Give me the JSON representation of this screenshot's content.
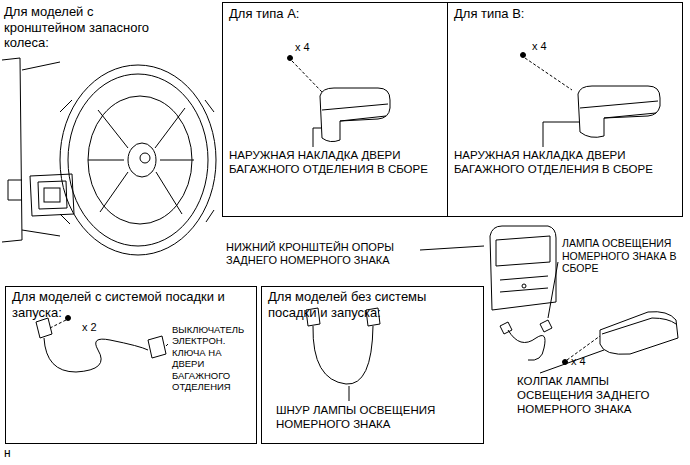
{
  "diagram": {
    "nodes": [
      {
        "text": [
          "Для типа A:",
          "x 4",
          "НАРУЖНАЯ НАКЛАДКА ДВЕРИ БАГАЖНОГО ОТДЕЛЕНИЯ В СБОРЕ"
        ]
      },
      {
        "text": [
          "Для типа B:",
          "x 4",
          "НАРУЖНАЯ НАКЛАДКА ДВЕРИ БАГАЖНОГО ОТДЕЛЕНИЯ В СБОРЕ"
        ]
      },
      {
        "text": [
          "Для моделей с системой посадки и запуска:",
          "x 2",
          "ВЫКЛЮЧАТЕЛЬ ЭЛЕКТРОН. КЛЮЧА НА ДВЕРИ БАГАЖНОГО ОТДЕЛЕНИЯ"
        ]
      },
      {
        "text": [
          "Для моделей без системы посадки и запуска:",
          "ШНУР ЛАМПЫ ОСВЕЩЕНИЯ НОМЕРНОГО ЗНАКА"
        ]
      }
    ],
    "labels": [
      "Для моделей с кронштейном запасного колеса:",
      "НИЖНИЙ КРОНШТЕЙН ОПОРЫ ЗАДНЕГО НОМЕРНОГО ЗНАКА",
      "ЛАМПА ОСВЕЩЕНИЯ НОМЕРНОГО ЗНАКА В СБОРЕ",
      "x 4",
      "КОЛПАК ЛАМПЫ ОСВЕЩЕНИЯ ЗАДНЕГО НОМЕРНОГО ЗНАКА",
      "н"
    ]
  }
}
